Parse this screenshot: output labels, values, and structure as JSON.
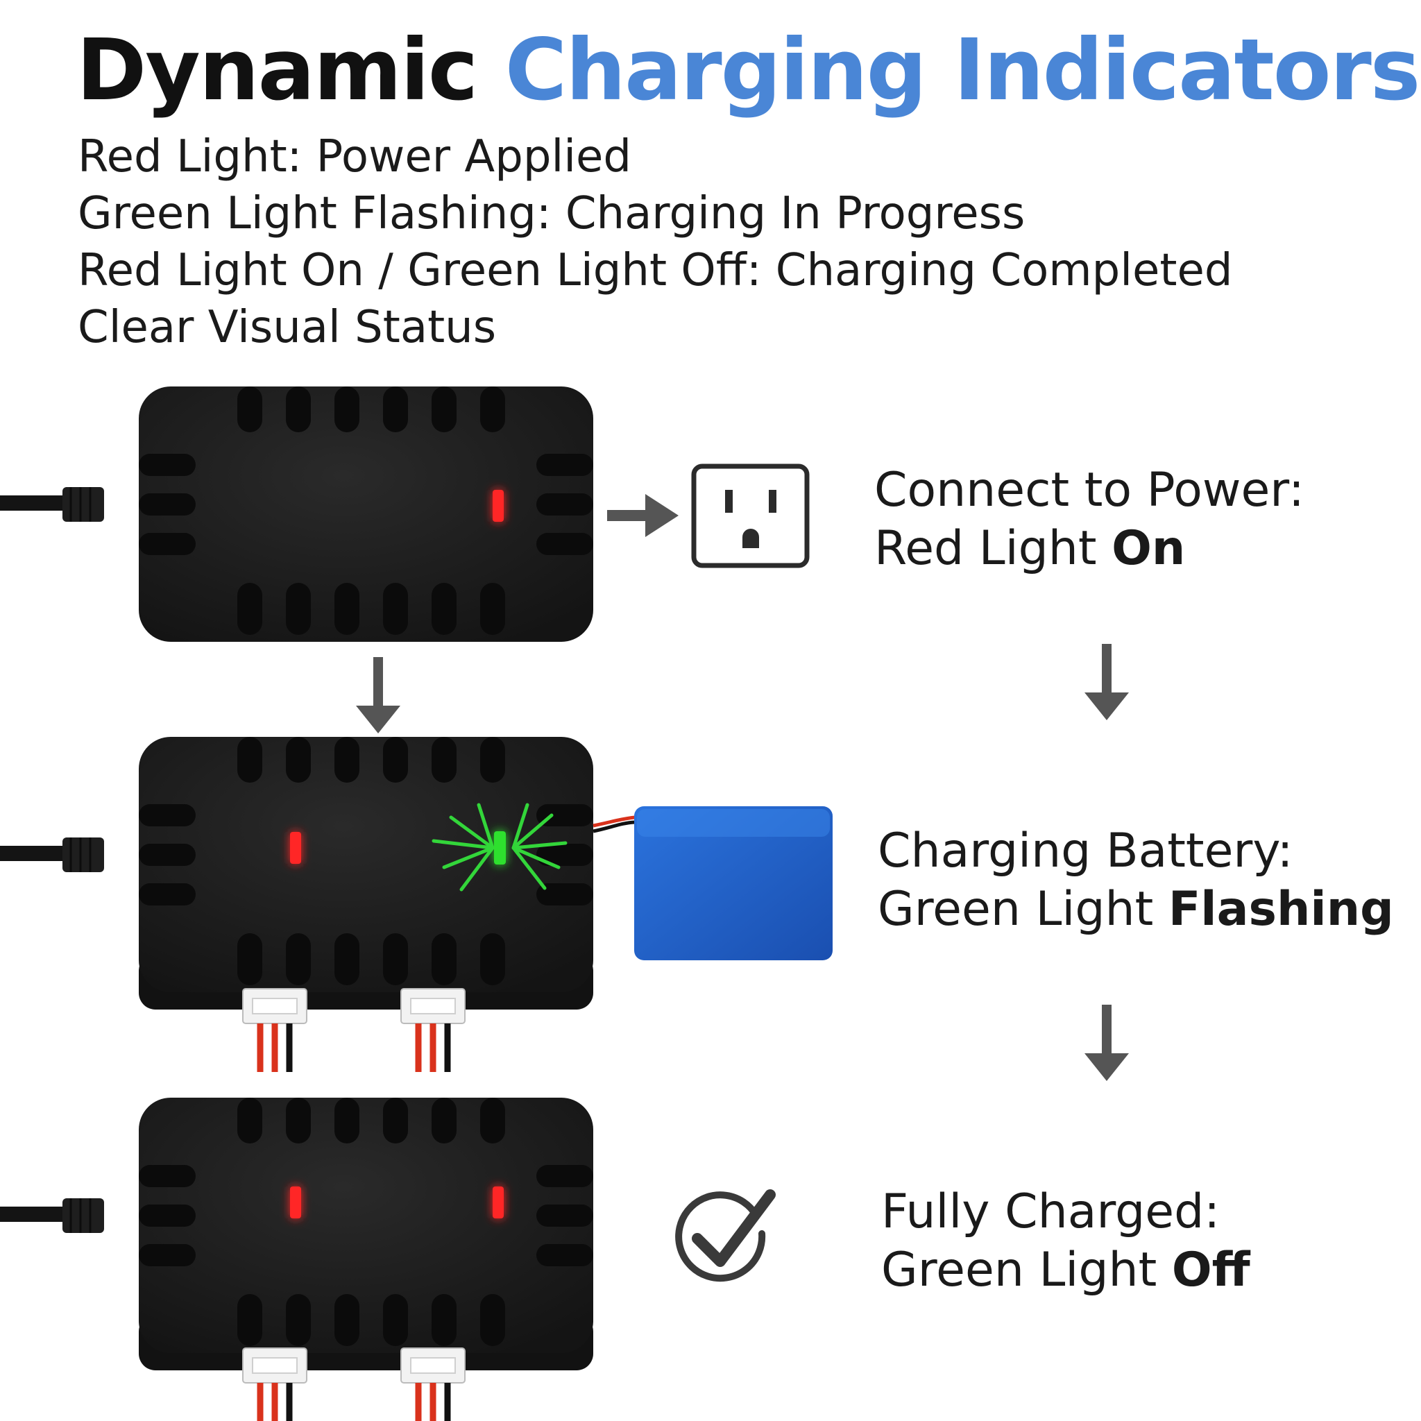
{
  "title": {
    "part1": "Dynamic",
    "part2": "Charging Indicators"
  },
  "features": [
    "Red Light: Power Applied",
    "Green Light Flashing: Charging In Progress",
    "Red Light On / Green Light Off: Charging Completed",
    "Clear Visual Status"
  ],
  "steps": [
    {
      "line1": "Connect to Power:",
      "line2_prefix": "Red Light ",
      "line2_bold": "On"
    },
    {
      "line1": "Charging Battery:",
      "line2_prefix": "Green Light ",
      "line2_bold": "Flashing"
    },
    {
      "line1": "Fully Charged:",
      "line2_prefix": "Green Light ",
      "line2_bold": "Off"
    }
  ],
  "colors": {
    "accent": "#4a86d6",
    "charger_body": "#1c1c1c",
    "led_red": "#ff2222",
    "led_green": "#2ad62a",
    "battery": "#1f5fc4",
    "arrow": "#555555"
  }
}
